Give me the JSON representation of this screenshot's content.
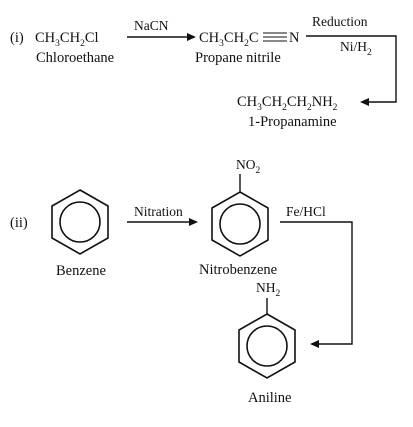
{
  "part1": {
    "label": "(i)",
    "chloroethane": {
      "parts": [
        "CH",
        "3",
        "CH",
        "2",
        "Cl"
      ],
      "name": "Chloroethane"
    },
    "step1_reagent": "NaCN",
    "nitrile": {
      "parts": [
        "CH",
        "3",
        "CH",
        "2",
        "C",
        "N"
      ],
      "name": "Propane nitrile"
    },
    "step2_reagent_top": "Reduction",
    "step2_reagent_bottom": {
      "parts": [
        "Ni/H",
        "2"
      ]
    },
    "amine": {
      "parts": [
        "CH",
        "3",
        "CH",
        "2",
        "CH",
        "2",
        "NH",
        "2"
      ],
      "name": "1-Propanamine"
    }
  },
  "part2": {
    "label": "(ii)",
    "benzene_name": "Benzene",
    "step1_reagent": "Nitration",
    "nitro_group": {
      "parts": [
        "NO",
        "2"
      ]
    },
    "nitrobenzene_name": "Nitrobenzene",
    "step2_reagent": "Fe/HCl",
    "amino_group": {
      "parts": [
        "NH",
        "2"
      ]
    },
    "aniline_name": "Aniline"
  },
  "colors": {
    "ink": "#111111",
    "background": "#ffffff"
  }
}
